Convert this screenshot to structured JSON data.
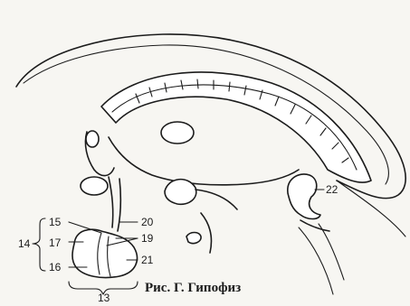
{
  "figure": {
    "caption": "Рис. Г. Гипофиз",
    "labels": {
      "l13": "13",
      "l14": "14",
      "l15": "15",
      "l16": "16",
      "l17": "17",
      "l19": "19",
      "l20": "20",
      "l21": "21",
      "l22": "22"
    }
  }
}
